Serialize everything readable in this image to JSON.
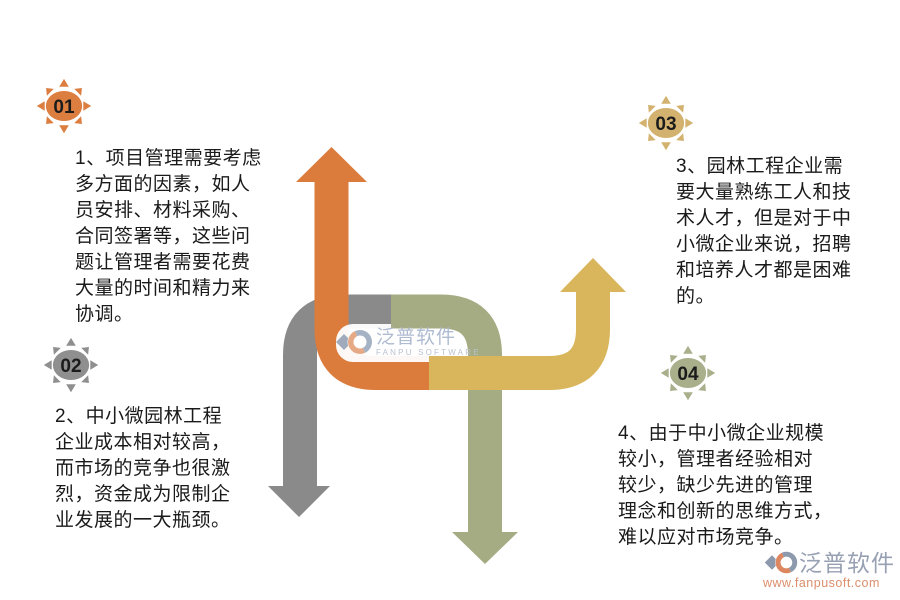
{
  "colors": {
    "arrow_orange": "#DB7C3D",
    "arrow_gray": "#8A8A8A",
    "arrow_olive": "#A5AB82",
    "arrow_gold": "#D9B55C",
    "star1": "#DD7E41",
    "star2": "#8F8F8F",
    "star3": "#D2B26E",
    "star4": "#A9AF8B",
    "body_text": "#1A1A1A",
    "wm_orange": "#E6A985",
    "wm_gray": "#A5B2C4",
    "wm_diamond": "#9FABBD",
    "logo_orange": "#DD8760",
    "logo_gray": "#8D99AC",
    "logo_diamond": "#8D99AC"
  },
  "points": [
    {
      "number": "01",
      "text": "1、项目管理需要考虑\n多方面的因素，如人\n员安排、材料采购、\n合同签署等，这些问\n题让管理者需要花费\n大量的时间和精力来\n协调。"
    },
    {
      "number": "02",
      "text": "2、中小微园林工程\n企业成本相对较高，\n而市场的竞争也很激\n烈，资金成为限制企\n业发展的一大瓶颈。"
    },
    {
      "number": "03",
      "text": "3、园林工程企业需\n要大量熟练工人和技\n术人才，但是对于中\n小微企业来说，招聘\n和培养人才都是困难\n的。"
    },
    {
      "number": "04",
      "text": "4、由于中小微企业规模\n较小，管理者经验相对\n较少，缺少先进的管理\n理念和创新的思维方式，\n难以应对市场竞争。"
    }
  ],
  "watermark": {
    "brand": "泛普软件",
    "brand_en": "FANPU SOFTWARE"
  },
  "footer": {
    "brand": "泛普软件",
    "url": "www.fanpusoft.com"
  }
}
